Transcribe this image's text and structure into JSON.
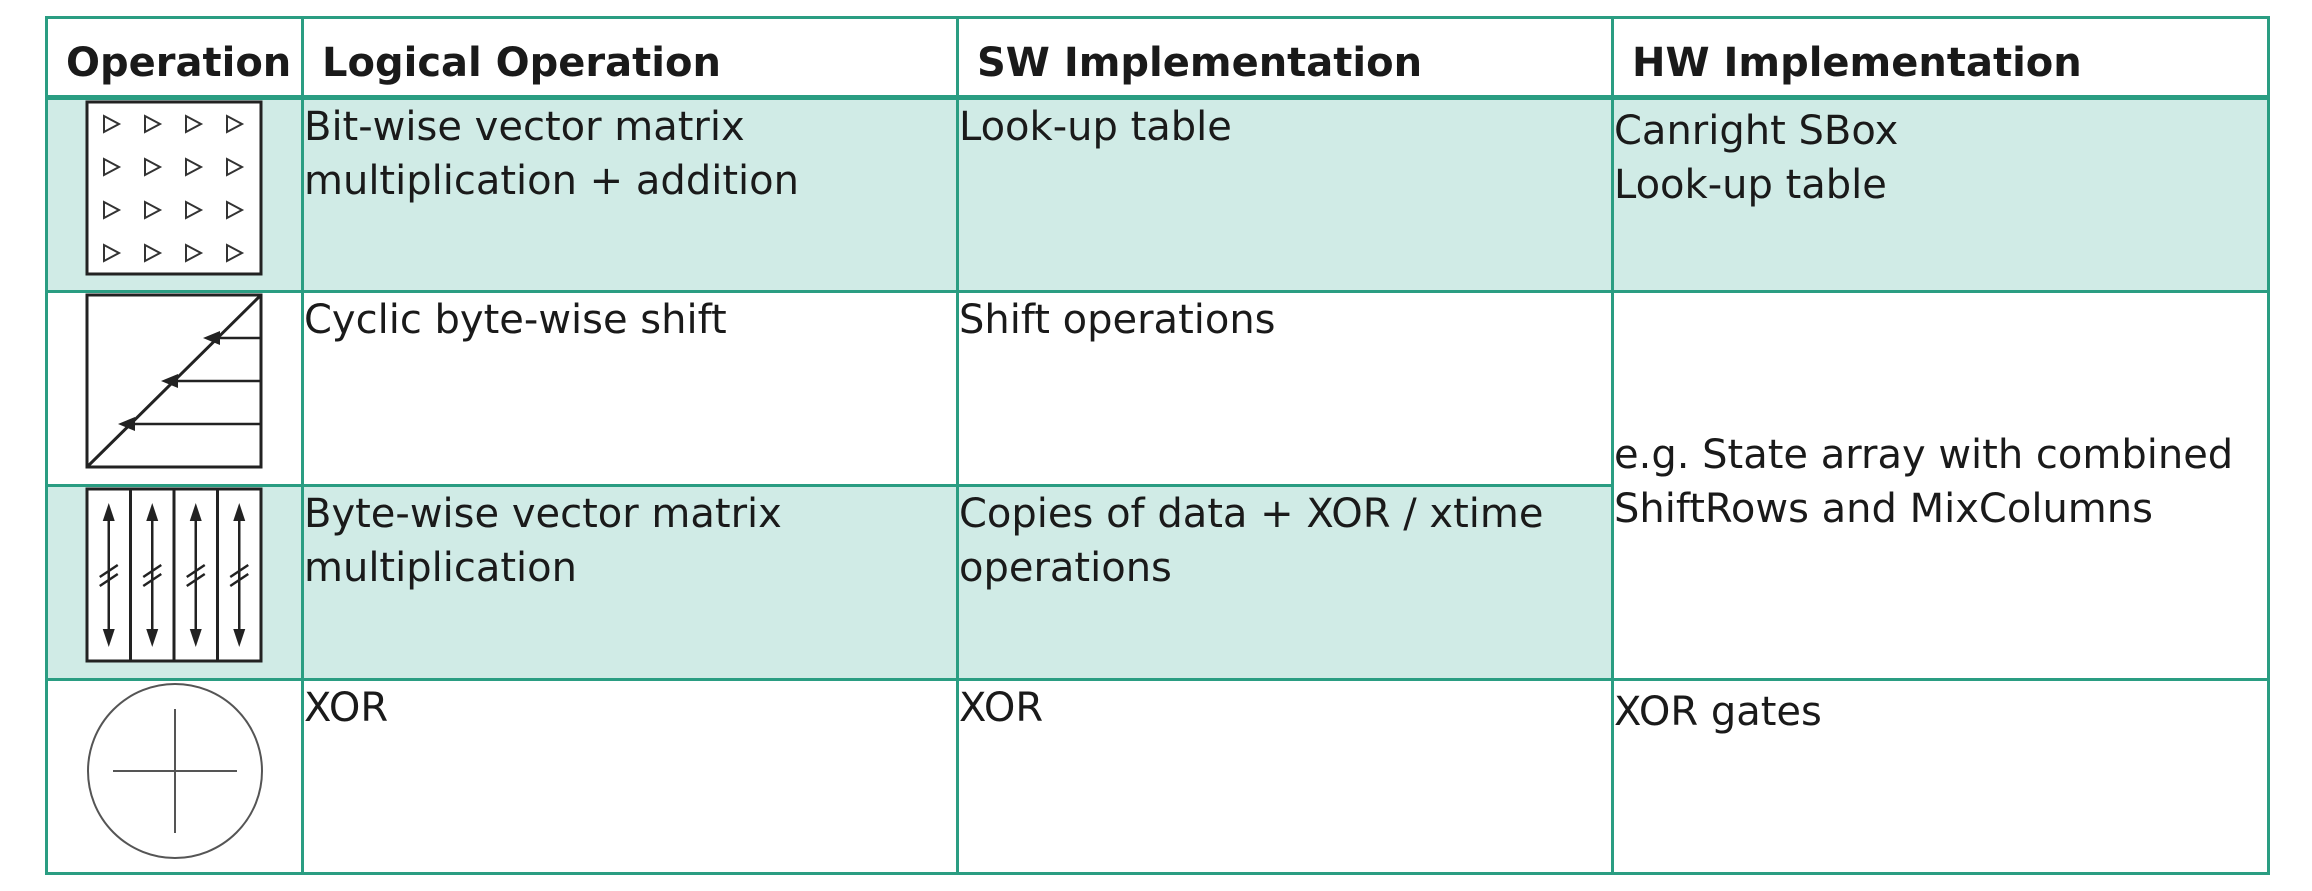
{
  "table": {
    "headers": [
      "Operation",
      "Logical Operation",
      "SW Implementation",
      "HW Implementation"
    ],
    "rows": [
      {
        "operation_icon": "sbox-matrix-icon",
        "logical": [
          "Bit-wise vector matrix",
          "multiplication + addition"
        ],
        "sw": [
          "Look-up table"
        ],
        "hw": [
          "Canright SBox",
          "Look-up table"
        ]
      },
      {
        "operation_icon": "shiftrows-icon",
        "logical": [
          "Cyclic byte-wise shift"
        ],
        "sw": [
          "Shift operations"
        ]
      },
      {
        "operation_icon": "mixcolumns-icon",
        "logical": [
          "Byte-wise vector matrix",
          "multiplication"
        ],
        "sw": [
          "Copies of data + XOR / xtime",
          "operations"
        ]
      },
      {
        "operation_icon": "xor-circle-icon",
        "logical": [
          "XOR"
        ],
        "sw": [
          "XOR"
        ],
        "hw": [
          "XOR gates"
        ]
      }
    ],
    "hw_merged": [
      "e.g. State array with combined",
      "ShiftRows and MixColumns"
    ]
  },
  "colors": {
    "border": "#2a9d82",
    "row_tint": "#d0ebe6",
    "ink": "#1a1a1a"
  }
}
